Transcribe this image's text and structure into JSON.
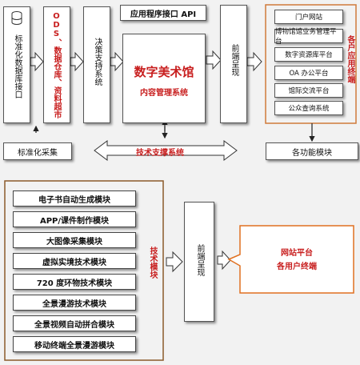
{
  "top_row": {
    "std_db": "标准化数据库接口",
    "ods": "ODS、数据仓库、资料超市",
    "decision": "决策支持系统",
    "api": "应用程序接口 API",
    "museum_title": "数字美术馆",
    "cms": "内容管理系统",
    "frontend": "前端呈现",
    "channels": [
      "门户网站",
      "博物馆馆业务管理平台",
      "数字资源库平台",
      "OA 办公平台",
      "馆际交流平台",
      "公众查询系统"
    ],
    "terminal_label": "各户应用终端"
  },
  "middle_row": {
    "std_collect": "标准化采集",
    "tech_system": "技术支撑系统",
    "func_modules": "各功能模块"
  },
  "bottom": {
    "modules": [
      "电子书自动生成模块",
      "APP/课件制作模块",
      "大图像采集模块",
      "虚拟实境技术模块",
      "720 度环物技术模块",
      "全景漫游技术模块",
      "全景视频自动拼合模块",
      "移动终端全景漫游模块"
    ],
    "tech_modules_label": "技术模块",
    "frontend": "前端呈现",
    "platform_line1": "网站平台",
    "platform_line2": "各用户终端"
  },
  "colors": {
    "accent_red": "#c81e1e",
    "frame_brown": "#a0522d",
    "orange": "#e07020"
  }
}
